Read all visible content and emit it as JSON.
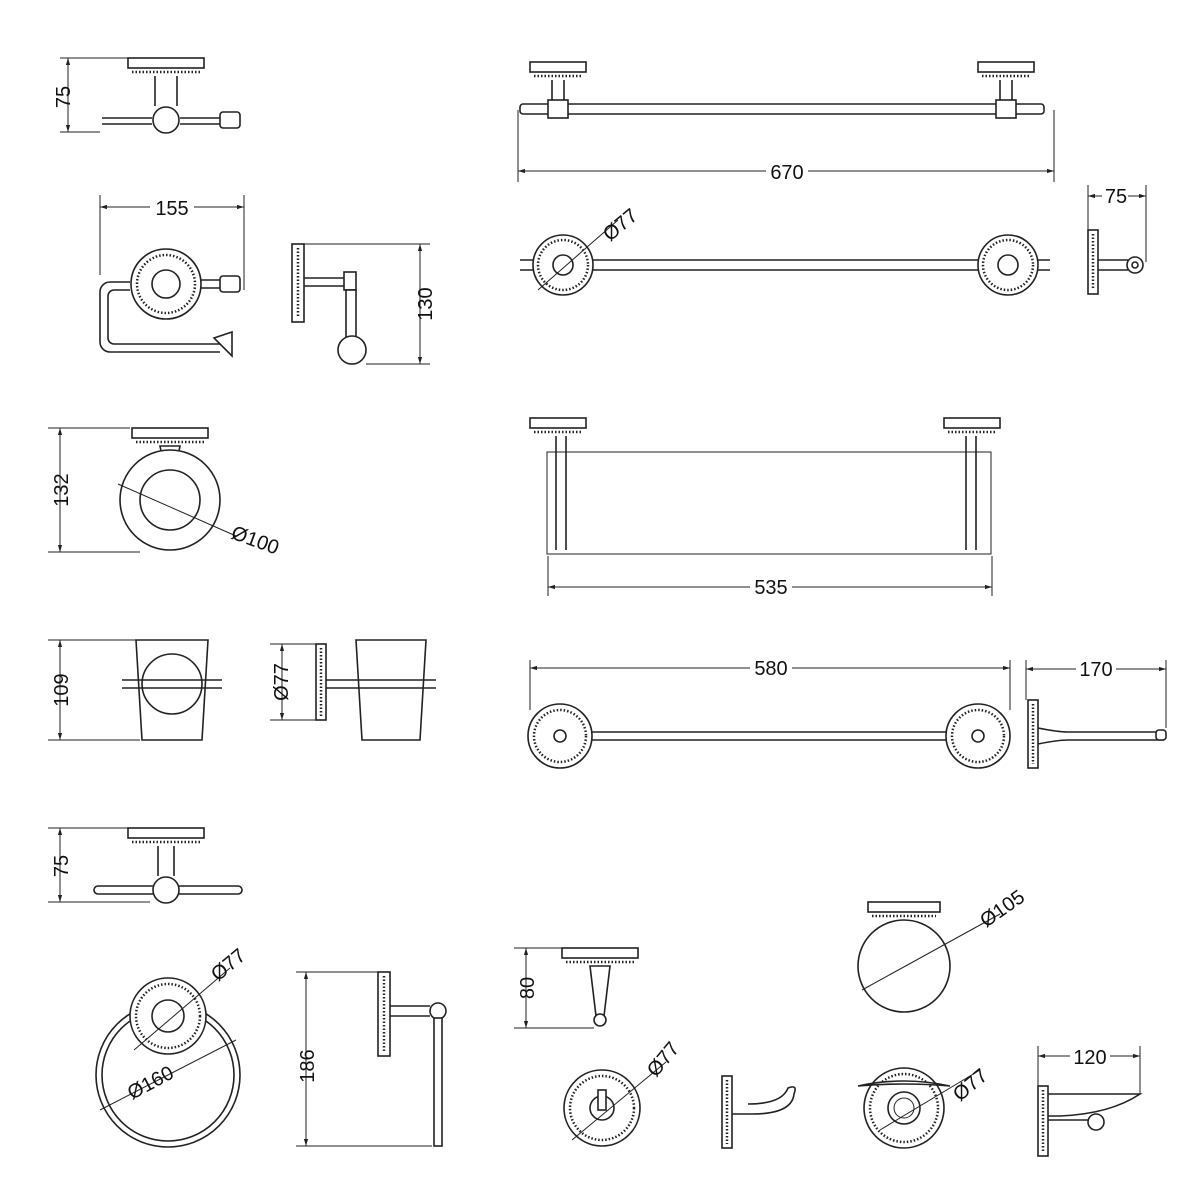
{
  "dimensions": {
    "paper_holder_top_height": "75",
    "paper_holder_width": "155",
    "paper_holder_side_height": "130",
    "towel_rail_length": "670",
    "towel_rail_backplate_diameter": "Ø77",
    "towel_rail_projection": "75",
    "tumbler_holder_height": "132",
    "tumbler_ring_diameter": "Ø100",
    "shelf_length": "535",
    "tumbler_height": "109",
    "tumbler_backplate_diameter": "Ø77",
    "rail_580_length": "580",
    "rail_580_projection": "170",
    "towel_bar_projection": "75",
    "towel_ring_backplate_diameter": "Ø77",
    "towel_ring_diameter": "Ø160",
    "towel_ring_height": "186",
    "hook_projection": "80",
    "hook_backplate_diameter": "Ø77",
    "soap_dish_diameter": "Ø105",
    "soap_dish_backplate_diameter": "Ø77",
    "soap_dish_projection": "120"
  }
}
